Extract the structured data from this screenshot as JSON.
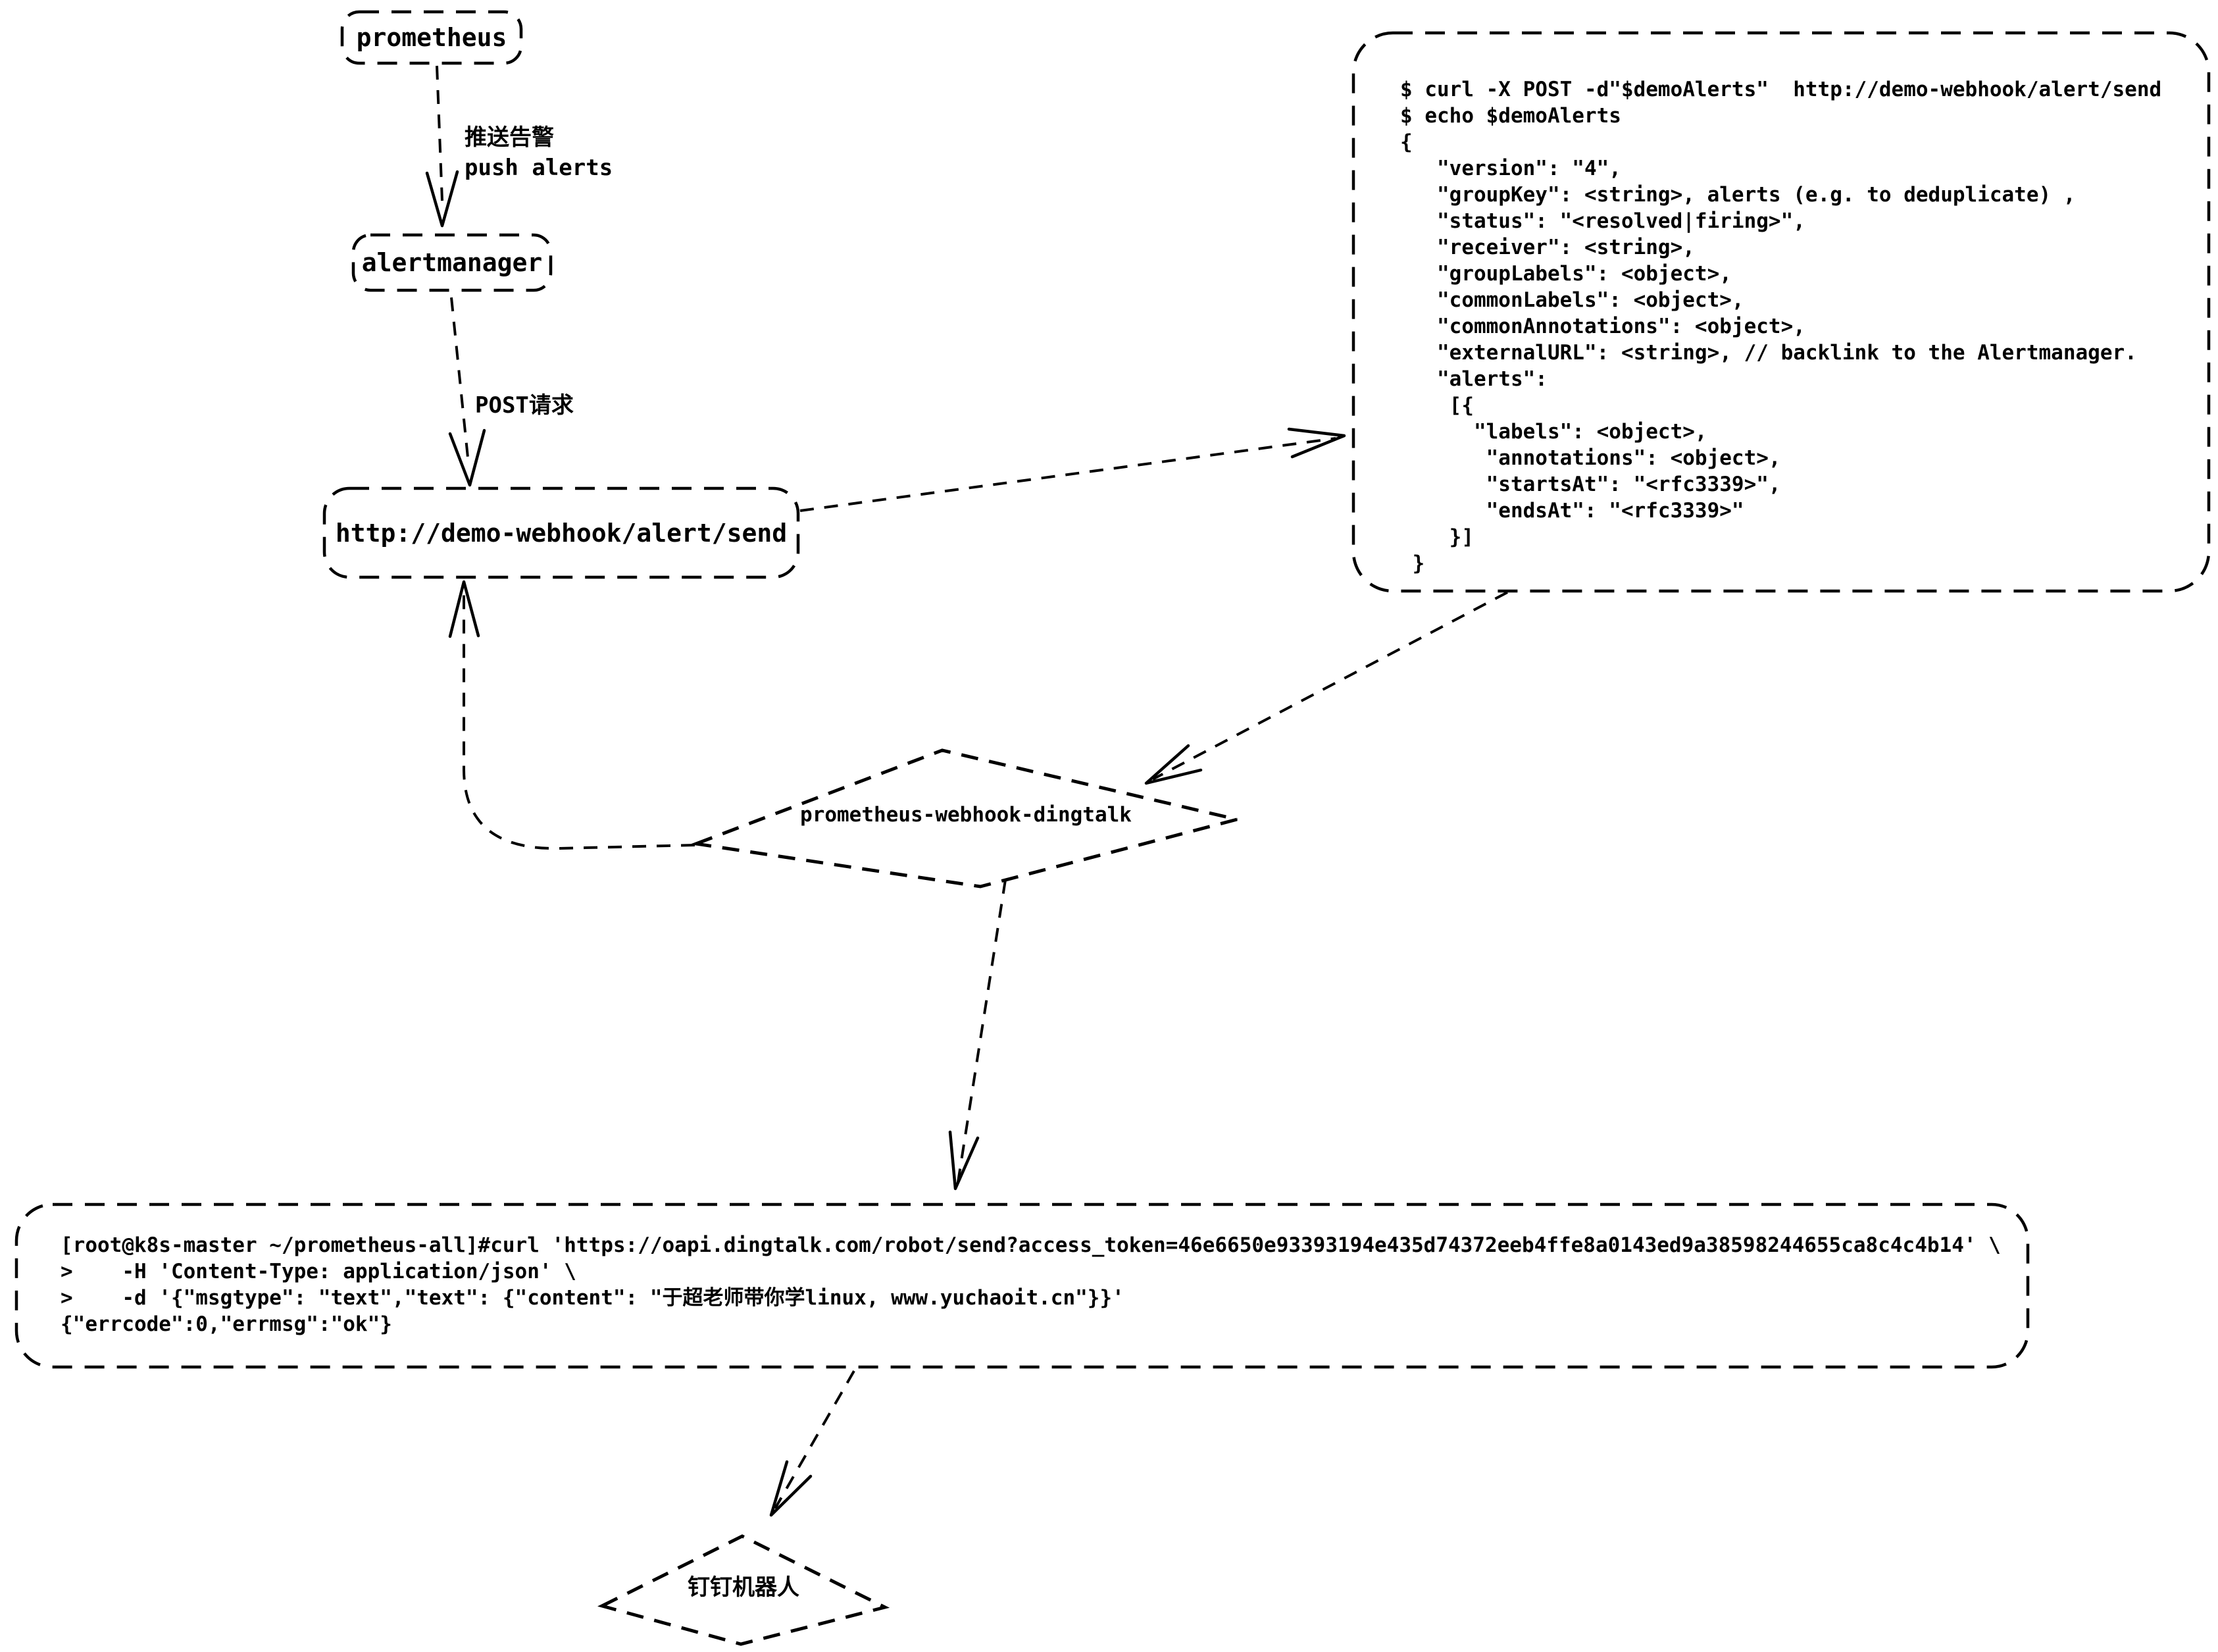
{
  "nodes": {
    "prometheus": {
      "label": "prometheus"
    },
    "alertmanager": {
      "label": "alertmanager"
    },
    "webhook_endpoint": {
      "label": "http://demo-webhook/alert/send"
    },
    "webhook_dingtalk": {
      "label": "prometheus-webhook-dingtalk"
    },
    "dingtalk_robot": {
      "label": "钉钉机器人"
    }
  },
  "edges": {
    "push_alerts": {
      "label_cn": "推送告警",
      "label_en": "push alerts"
    },
    "post_request": {
      "label": "POST请求"
    }
  },
  "code_blocks": {
    "alert_payload": "$ curl -X POST -d\"$demoAlerts\"  http://demo-webhook/alert/send\n$ echo $demoAlerts\n{\n   \"version\": \"4\",\n   \"groupKey\": <string>, alerts (e.g. to deduplicate) ,\n   \"status\": \"<resolved|firing>\",\n   \"receiver\": <string>,\n   \"groupLabels\": <object>,\n   \"commonLabels\": <object>,\n   \"commonAnnotations\": <object>,\n   \"externalURL\": <string>, // backlink to the Alertmanager.\n   \"alerts\":\n    [{\n      \"labels\": <object>,\n       \"annotations\": <object>,\n       \"startsAt\": \"<rfc3339>\",\n       \"endsAt\": \"<rfc3339>\"\n    }]\n }",
    "dingtalk_curl": "[root@k8s-master ~/prometheus-all]#curl 'https://oapi.dingtalk.com/robot/send?access_token=46e6650e93393194e435d74372eeb4ffe8a0143ed9a38598244655ca8c4c4b14' \\\n>    -H 'Content-Type: application/json' \\\n>    -d '{\"msgtype\": \"text\",\"text\": {\"content\": \"于超老师带你学linux, www.yuchaoit.cn\"}}'\n{\"errcode\":0,\"errmsg\":\"ok\"}"
  },
  "colors": {
    "stroke": "#000000",
    "background": "#ffffff"
  }
}
